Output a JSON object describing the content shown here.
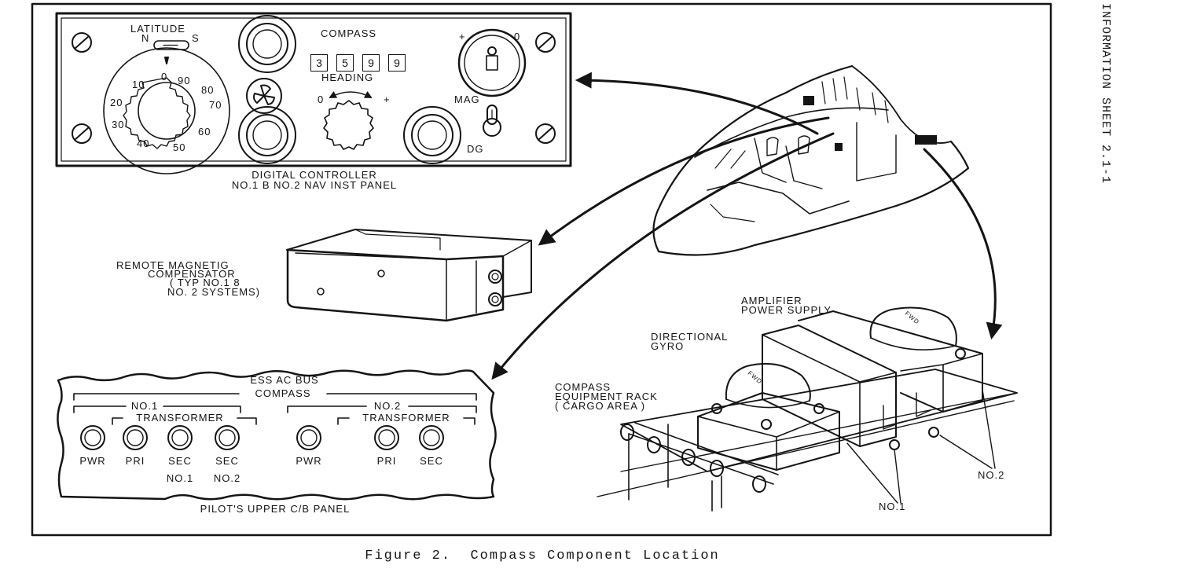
{
  "figure": {
    "caption": "Figure 2.  Compass Component Location",
    "side_label": "INFORMATION SHEET 2.1-1"
  },
  "nav_panel": {
    "latitude_label": "LATITUDE",
    "lat_n": "N",
    "lat_s": "S",
    "compass_label": "COMPASS",
    "heading_digits": [
      "3",
      "5",
      "9",
      "9"
    ],
    "heading_label": "HEADING",
    "dial_ticks": [
      "0",
      "90",
      "10",
      "80",
      "20",
      "70",
      "30",
      "60",
      "40",
      "50"
    ],
    "trim_minus": "0",
    "trim_plus": "+",
    "mag_label": "MAG",
    "dg_label": "DG",
    "sync_plus": "+",
    "sync_zero": "0",
    "title_line1": "DIGITAL CONTROLLER",
    "title_line2": "NO.1 B NO.2 NAV INST PANEL"
  },
  "compensator": {
    "line1": "REMOTE MAGNETIG",
    "line2": "COMPENSATOR",
    "line3": "( TYP NO.1 8",
    "line4": "NO. 2 SYSTEMS)"
  },
  "cb_panel": {
    "ess_ac_bus": "ESS AC BUS",
    "compass": "COMPASS",
    "no1": "NO.1",
    "no2": "NO.2",
    "transformer1": "TRANSFORMER",
    "transformer2": "TRANSFORMER",
    "breakers": [
      {
        "label": "PWR",
        "sub": ""
      },
      {
        "label": "PRI",
        "sub": ""
      },
      {
        "label": "SEC",
        "sub": "NO.1"
      },
      {
        "label": "SEC",
        "sub": "NO.2"
      },
      {
        "label": "PWR",
        "sub": ""
      },
      {
        "label": "PRI",
        "sub": ""
      },
      {
        "label": "SEC",
        "sub": ""
      }
    ],
    "title": "PILOT'S UPPER C/B PANEL"
  },
  "rack": {
    "amplifier_line1": "AMPLIFIER",
    "amplifier_line2": "POWER SUPPLY",
    "gyro_line1": "DIRECTIONAL",
    "gyro_line2": "GYRO",
    "rack_line1": "COMPASS",
    "rack_line2": "EQUIPMENT RACK",
    "rack_line3": "( CARGO AREA )",
    "no1": "NO.1",
    "no2": "NO.2",
    "fwd": "FWD"
  }
}
